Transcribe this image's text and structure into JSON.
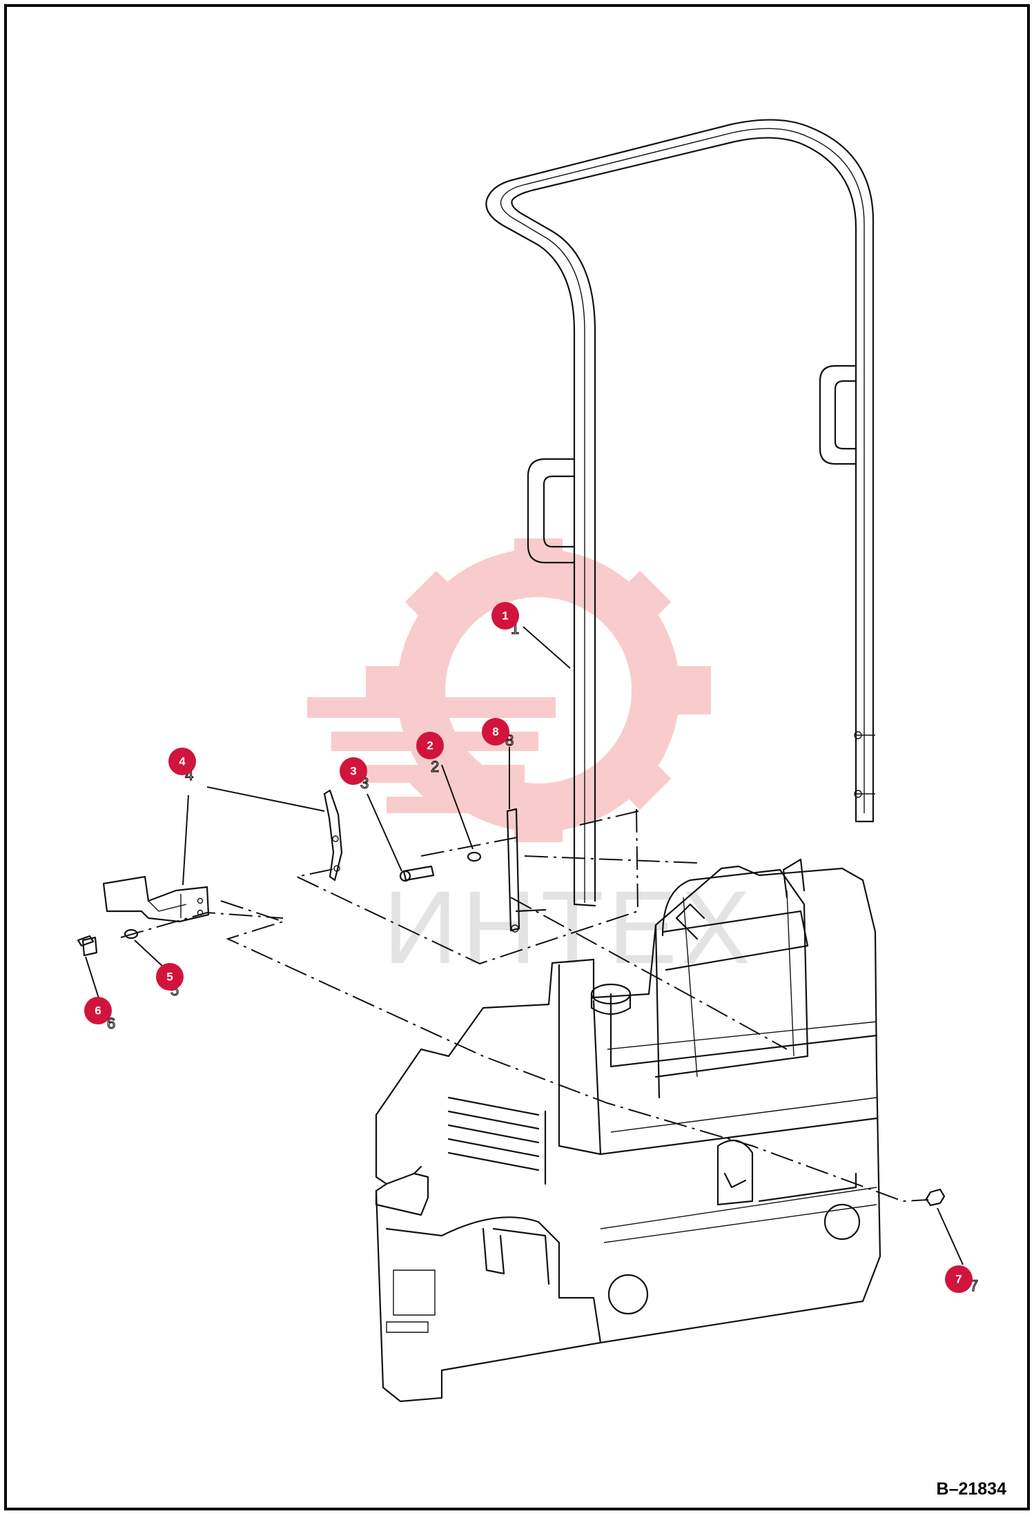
{
  "watermark": {
    "text": "ИНТЕХ",
    "color": "#f4a3a3"
  },
  "drawing_id": "B–21834",
  "callouts": [
    {
      "num": "1",
      "ghost": "1"
    },
    {
      "num": "2",
      "ghost": "2"
    },
    {
      "num": "3",
      "ghost": "3"
    },
    {
      "num": "4",
      "ghost": "4"
    },
    {
      "num": "5",
      "ghost": "5"
    },
    {
      "num": "6",
      "ghost": "6"
    },
    {
      "num": "7",
      "ghost": "7"
    },
    {
      "num": "8",
      "ghost": "8"
    }
  ],
  "colors": {
    "callout": "#d1143c",
    "line": "#111111",
    "frame": "#000000"
  }
}
